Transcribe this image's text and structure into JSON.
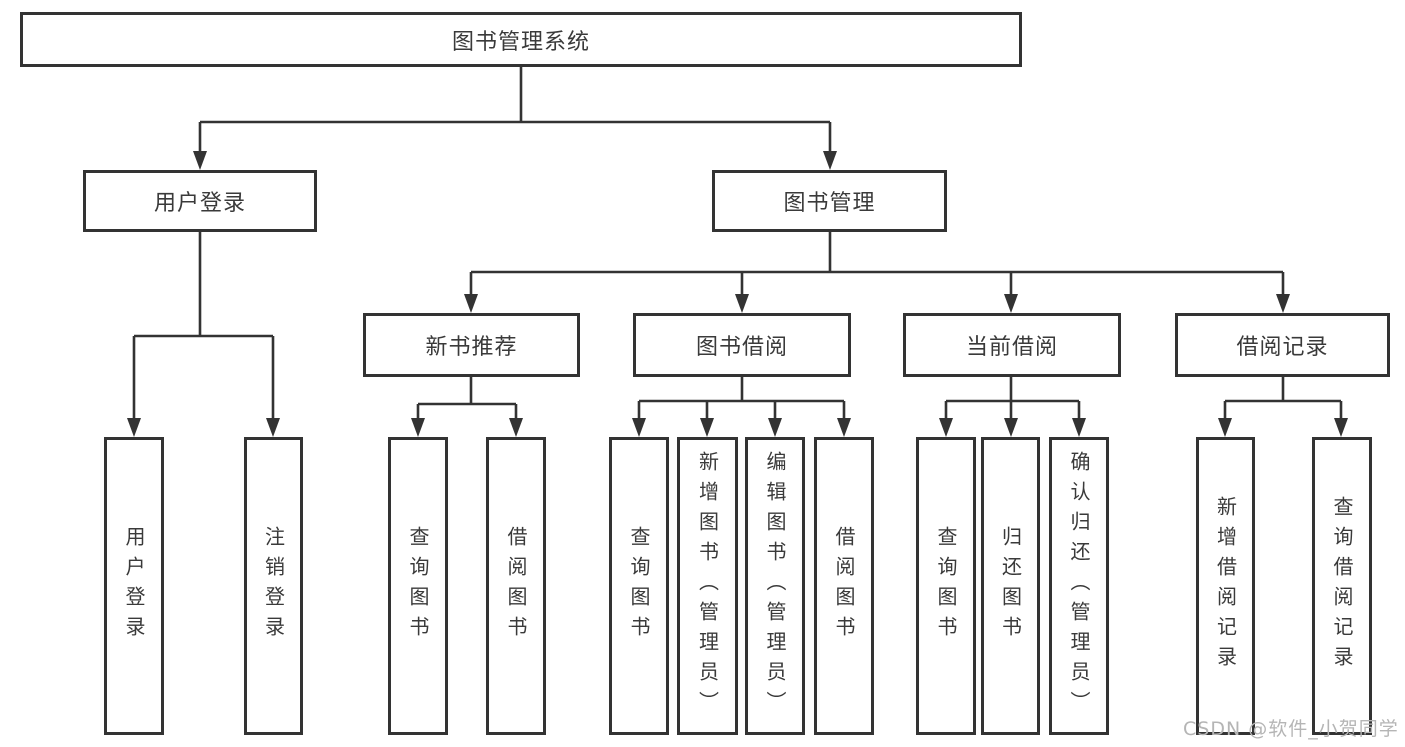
{
  "diagram": {
    "type": "hierarchy-tree",
    "colors": {
      "background": "#ffffff",
      "box_border": "#333333",
      "line": "#333333",
      "text": "#3a3a3a",
      "watermark": "#b5b5b5"
    },
    "tree": {
      "root": {
        "label": "图书管理系统",
        "children": [
          {
            "label": "用户登录",
            "children": [
              {
                "label": "用户登录"
              },
              {
                "label": "注销登录"
              }
            ]
          },
          {
            "label": "图书管理",
            "children": [
              {
                "label": "新书推荐",
                "children": [
                  {
                    "label": "查询图书"
                  },
                  {
                    "label": "借阅图书"
                  }
                ]
              },
              {
                "label": "图书借阅",
                "children": [
                  {
                    "label": "查询图书"
                  },
                  {
                    "label": "新增图书（管理员）"
                  },
                  {
                    "label": "编辑图书（管理员）"
                  },
                  {
                    "label": "借阅图书"
                  }
                ]
              },
              {
                "label": "当前借阅",
                "children": [
                  {
                    "label": "查询图书"
                  },
                  {
                    "label": "归还图书"
                  },
                  {
                    "label": "确认归还（管理员）"
                  }
                ]
              },
              {
                "label": "借阅记录",
                "children": [
                  {
                    "label": "新增借阅记录"
                  },
                  {
                    "label": "查询借阅记录"
                  }
                ]
              }
            ]
          }
        ]
      }
    }
  },
  "watermark": {
    "text": "CSDN @软件_小贺同学"
  }
}
